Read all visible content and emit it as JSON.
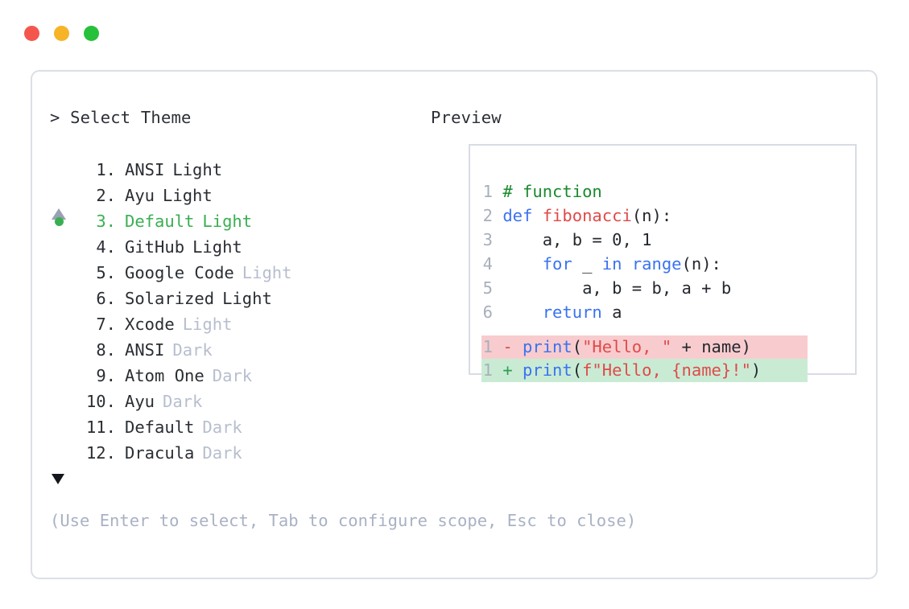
{
  "window": {
    "traffic_lights": [
      {
        "name": "close",
        "color": "#f4564d"
      },
      {
        "name": "minimize",
        "color": "#f6b426"
      },
      {
        "name": "maximize",
        "color": "#27c03b"
      }
    ]
  },
  "headers": {
    "left": "> Select Theme",
    "right": "Preview"
  },
  "scroll": {
    "up_indicator": "▲",
    "down_indicator": "▼"
  },
  "theme_list": {
    "selected_index": 3,
    "selected_color": "#3aaf52",
    "muted_color": "#b7bece",
    "items": [
      {
        "num": "1.",
        "name": "ANSI",
        "suffix": "Light",
        "suffix_muted": false,
        "selected": false
      },
      {
        "num": "2.",
        "name": "Ayu",
        "suffix": "Light",
        "suffix_muted": false,
        "selected": false
      },
      {
        "num": "3.",
        "name": "Default",
        "suffix": "Light",
        "suffix_muted": false,
        "selected": true
      },
      {
        "num": "4.",
        "name": "GitHub",
        "suffix": "Light",
        "suffix_muted": false,
        "selected": false
      },
      {
        "num": "5.",
        "name": "Google Code",
        "suffix": "Light",
        "suffix_muted": true,
        "selected": false
      },
      {
        "num": "6.",
        "name": "Solarized",
        "suffix": "Light",
        "suffix_muted": false,
        "selected": false
      },
      {
        "num": "7.",
        "name": "Xcode",
        "suffix": "Light",
        "suffix_muted": true,
        "selected": false
      },
      {
        "num": "8.",
        "name": "ANSI",
        "suffix": "Dark",
        "suffix_muted": true,
        "selected": false
      },
      {
        "num": "9.",
        "name": "Atom One",
        "suffix": "Dark",
        "suffix_muted": true,
        "selected": false
      },
      {
        "num": "10.",
        "name": "Ayu",
        "suffix": "Dark",
        "suffix_muted": true,
        "selected": false
      },
      {
        "num": "11.",
        "name": "Default",
        "suffix": "Dark",
        "suffix_muted": true,
        "selected": false
      },
      {
        "num": "12.",
        "name": "Dracula",
        "suffix": "Dark",
        "suffix_muted": true,
        "selected": false
      }
    ]
  },
  "preview": {
    "code_lines": [
      {
        "n": "1",
        "tokens": [
          {
            "t": "# function",
            "c": "comment"
          }
        ]
      },
      {
        "n": "2",
        "tokens": [
          {
            "t": "def ",
            "c": "kw"
          },
          {
            "t": "fibonacci",
            "c": "fn"
          },
          {
            "t": "(n):",
            "c": "plain"
          }
        ]
      },
      {
        "n": "3",
        "tokens": [
          {
            "t": "    a, b = 0, 1",
            "c": "plain"
          }
        ]
      },
      {
        "n": "4",
        "tokens": [
          {
            "t": "    ",
            "c": "plain"
          },
          {
            "t": "for",
            "c": "kw"
          },
          {
            "t": " _ ",
            "c": "plain"
          },
          {
            "t": "in",
            "c": "kw"
          },
          {
            "t": " ",
            "c": "plain"
          },
          {
            "t": "range",
            "c": "builtin"
          },
          {
            "t": "(n):",
            "c": "plain"
          }
        ]
      },
      {
        "n": "5",
        "tokens": [
          {
            "t": "        a, b = b, a + b",
            "c": "plain"
          }
        ]
      },
      {
        "n": "6",
        "tokens": [
          {
            "t": "    ",
            "c": "plain"
          },
          {
            "t": "return",
            "c": "kw"
          },
          {
            "t": " a",
            "c": "plain"
          }
        ]
      }
    ],
    "diff_lines": [
      {
        "n": "1",
        "sign": "-",
        "kind": "del",
        "tokens": [
          {
            "t": "print",
            "c": "builtin"
          },
          {
            "t": "(",
            "c": "plain"
          },
          {
            "t": "\"Hello, \"",
            "c": "str"
          },
          {
            "t": " + name)",
            "c": "plain"
          }
        ]
      },
      {
        "n": "1",
        "sign": "+",
        "kind": "add",
        "tokens": [
          {
            "t": "print",
            "c": "builtin"
          },
          {
            "t": "(",
            "c": "plain"
          },
          {
            "t": "f\"Hello, {name}!\"",
            "c": "str"
          },
          {
            "t": ")",
            "c": "plain"
          }
        ]
      }
    ]
  },
  "hint": "(Use Enter to select, Tab to configure scope, Esc to close)"
}
